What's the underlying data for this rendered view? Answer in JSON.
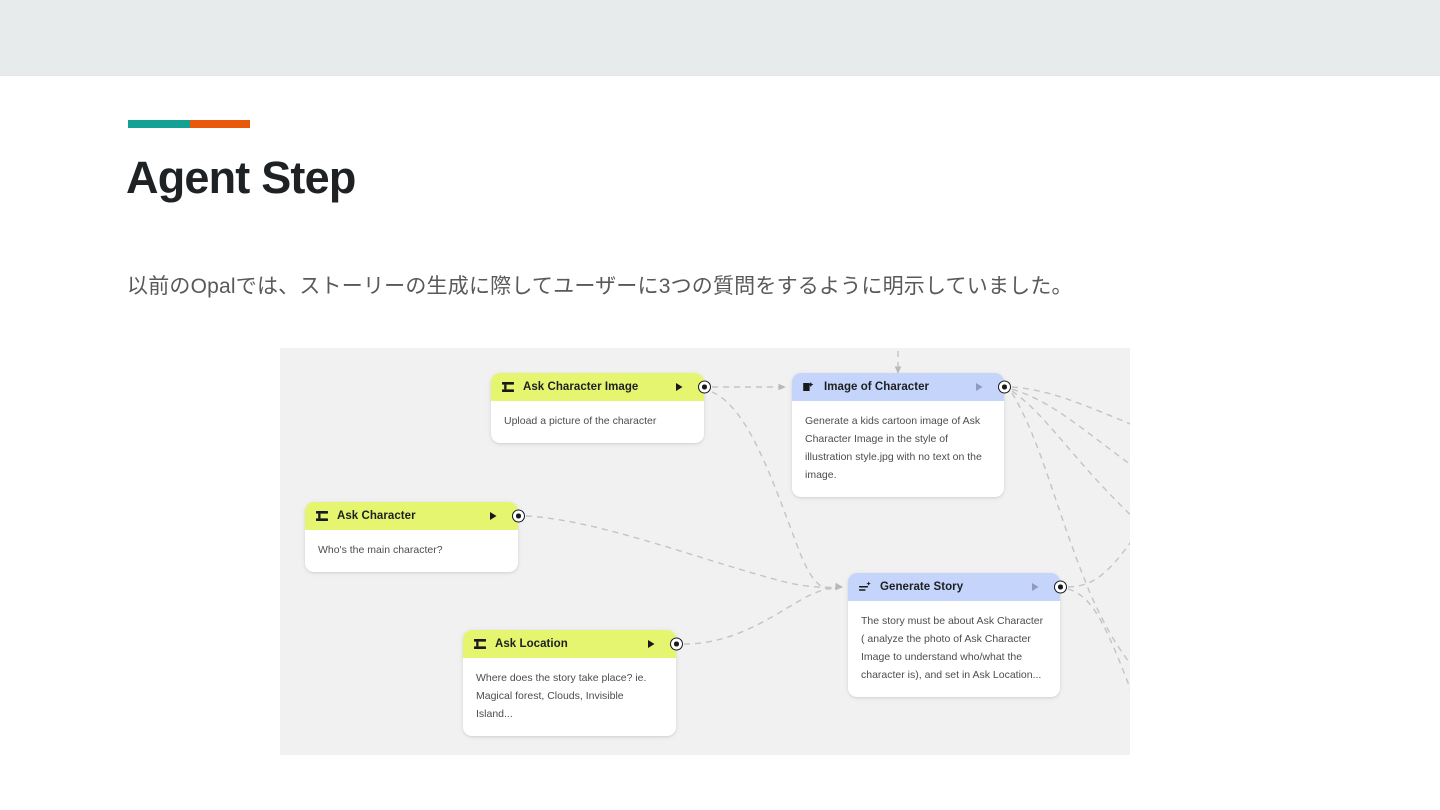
{
  "slide": {
    "title": "Agent Step",
    "subtitle": "以前のOpalでは、ストーリーの生成に際してユーザーに3つの質問をするように明示していました。",
    "accent": {
      "teal": "#12a193",
      "orange": "#e8590c"
    }
  },
  "canvas": {
    "background": "#f1f1f1",
    "edge_color": "#c4c4c4",
    "edge_style": "dashed"
  },
  "nodes": [
    {
      "id": "ask-character-image",
      "title": "Ask Character Image",
      "body": "Upload a picture of the character",
      "icon": "input-form-icon",
      "tone": "lime",
      "header_color": "#e6f56f",
      "play_label": "run-step",
      "port_label": "output-port"
    },
    {
      "id": "image-of-character",
      "title": "Image of Character",
      "body": "Generate a kids cartoon image of Ask Character Image in the style of illustration style.jpg with no text on the image.",
      "icon": "image-generate-icon",
      "tone": "blue",
      "header_color": "#c4d4fb",
      "play_label": "run-step",
      "port_label": "output-port"
    },
    {
      "id": "ask-character",
      "title": "Ask Character",
      "body": "Who's the main character?",
      "icon": "input-form-icon",
      "tone": "lime",
      "header_color": "#e6f56f",
      "play_label": "run-step",
      "port_label": "output-port"
    },
    {
      "id": "ask-location",
      "title": "Ask Location",
      "body": "Where does the story take place? ie. Magical forest, Clouds, Invisible Island...",
      "icon": "input-form-icon",
      "tone": "lime",
      "header_color": "#e6f56f",
      "play_label": "run-step",
      "port_label": "output-port"
    },
    {
      "id": "generate-story",
      "title": "Generate Story",
      "body": "The story must be about Ask Character ( analyze the photo of Ask Character Image to understand who/what the character is), and set in Ask Location...",
      "icon": "generate-text-icon",
      "tone": "blue",
      "header_color": "#c4d4fb",
      "play_label": "run-step",
      "port_label": "output-port"
    }
  ]
}
